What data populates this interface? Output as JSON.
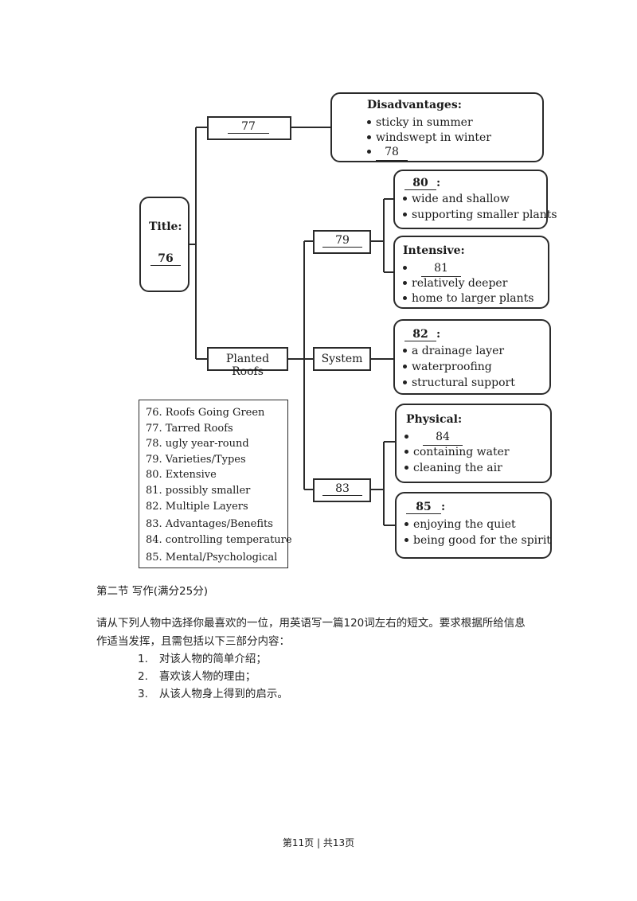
{
  "diagram": {
    "title_label": "Title:",
    "title_blank": "76",
    "tarred_blank": "77",
    "disadvantages": {
      "heading": "Disadvantages:",
      "items": [
        "sticky in summer",
        "windswept in winter"
      ],
      "blank": "78"
    },
    "varieties_blank": "79",
    "extensive": {
      "blank": "80",
      "items": [
        "wide and shallow",
        "supporting smaller plants"
      ]
    },
    "intensive": {
      "heading": "Intensive:",
      "blank": "81",
      "items": [
        "relatively deeper",
        "home to larger plants"
      ]
    },
    "planted_roofs": "Planted Roofs",
    "system": "System",
    "layers": {
      "blank": "82",
      "items": [
        "a drainage layer",
        "waterproofing",
        "structural support"
      ]
    },
    "advantages_blank": "83",
    "physical": {
      "heading": "Physical:",
      "blank": "84",
      "items": [
        "containing water",
        "cleaning the air"
      ]
    },
    "mental": {
      "blank": "85",
      "items": [
        "enjoying the quiet",
        "being good for the spirit"
      ]
    },
    "answer_key": [
      "76. Roofs Going Green",
      "77. Tarred Roofs",
      "78. ugly year-round",
      "79. Varieties/Types",
      "80. Extensive",
      "81. possibly smaller",
      "82. Multiple Layers",
      "83. Advantages/Benefits",
      "84. controlling temperature",
      "85. Mental/Psychological"
    ]
  },
  "writing": {
    "section_title": "第二节 写作(满分25分)",
    "instruction_line1": "请从下列人物中选择你最喜欢的一位，用英语写一篇120词左右的短文。要求根据所给信息",
    "instruction_line2": "作适当发挥，且需包括以下三部分内容：",
    "items": [
      {
        "num": "1.",
        "text": "对该人物的简单介绍；"
      },
      {
        "num": "2.",
        "text": "喜欢该人物的理由；"
      },
      {
        "num": "3.",
        "text": "从该人物身上得到的启示。"
      }
    ]
  },
  "footer": "第11页 | 共13页"
}
